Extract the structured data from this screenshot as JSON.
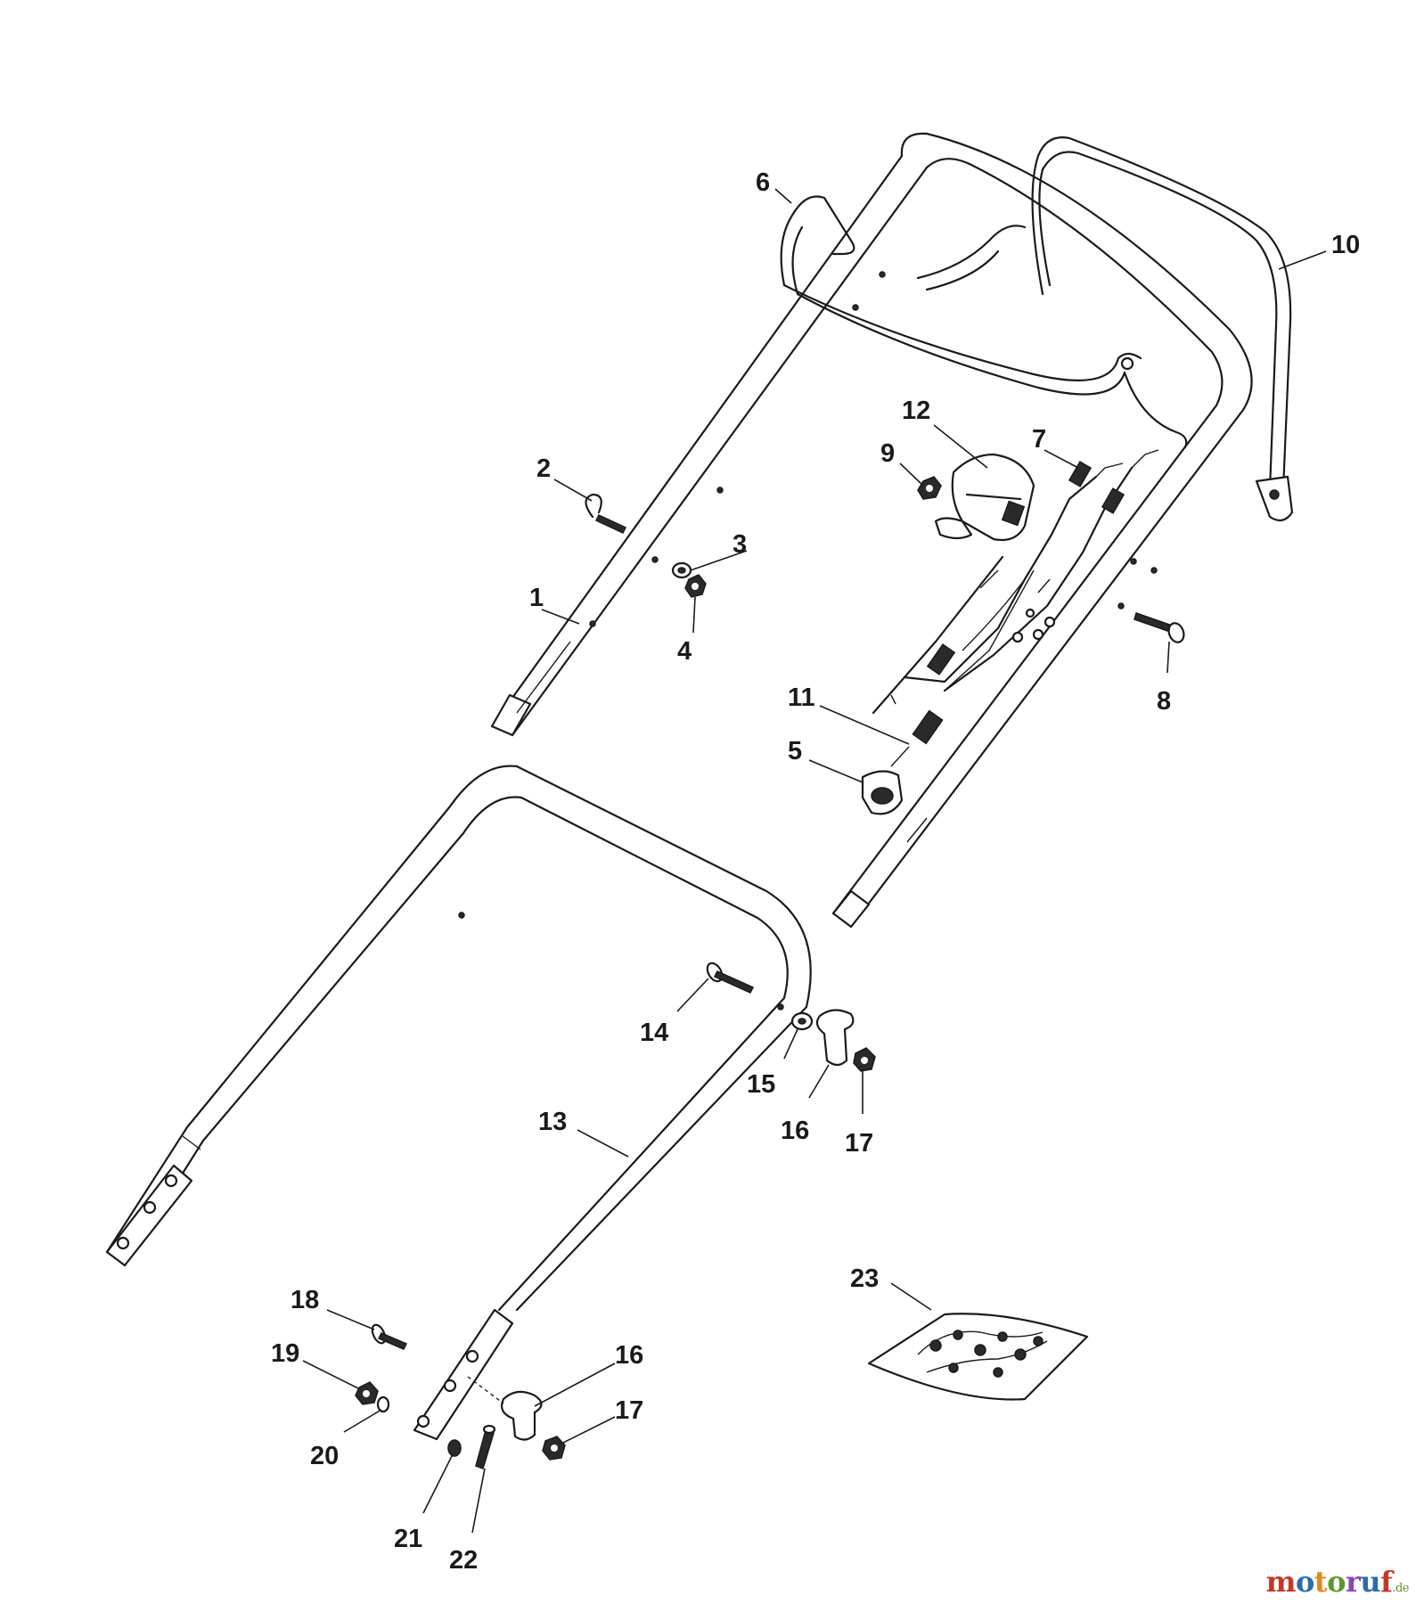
{
  "callouts": {
    "c1": "1",
    "c2": "2",
    "c3": "3",
    "c4": "4",
    "c5": "5",
    "c6": "6",
    "c7": "7",
    "c8": "8",
    "c9": "9",
    "c10": "10",
    "c11": "11",
    "c12": "12",
    "c13": "13",
    "c14": "14",
    "c15": "15",
    "c16a": "16",
    "c17a": "17",
    "c16b": "16",
    "c17b": "17",
    "c18": "18",
    "c19": "19",
    "c20": "20",
    "c21": "21",
    "c22": "22",
    "c23": "23"
  },
  "watermark": {
    "letters": [
      "m",
      "o",
      "t",
      "o",
      "r",
      "u",
      "f"
    ],
    "letter_colors": [
      "#c0392b",
      "#2e6da4",
      "#e08a1e",
      "#5a9a2a",
      "#8e44ad",
      "#2e6da4",
      "#c0392b"
    ],
    "suffix": ".de"
  }
}
